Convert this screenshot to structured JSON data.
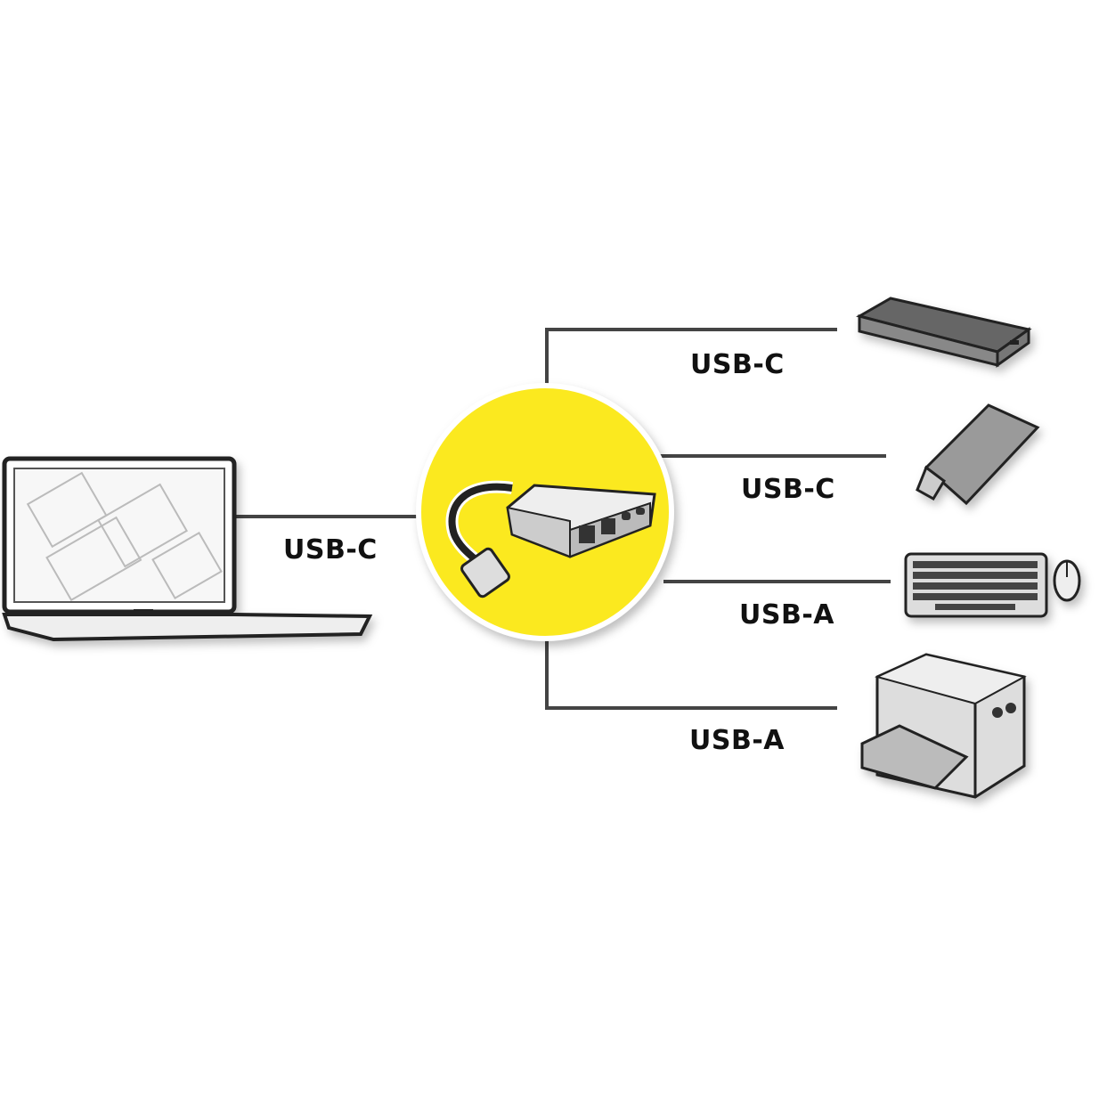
{
  "colors": {
    "hub_circle": "#fbe91f",
    "line": "#444444",
    "text": "#111111"
  },
  "source": {
    "device": "laptop",
    "label": "USB-C"
  },
  "hub": {
    "device": "usb-c-hub"
  },
  "outputs": [
    {
      "device": "external-hard-drive",
      "label": "USB-C"
    },
    {
      "device": "usb-c-flash-drive",
      "label": "USB-C"
    },
    {
      "device": "keyboard-and-mouse",
      "label": "USB-A"
    },
    {
      "device": "printer",
      "label": "USB-A"
    }
  ]
}
